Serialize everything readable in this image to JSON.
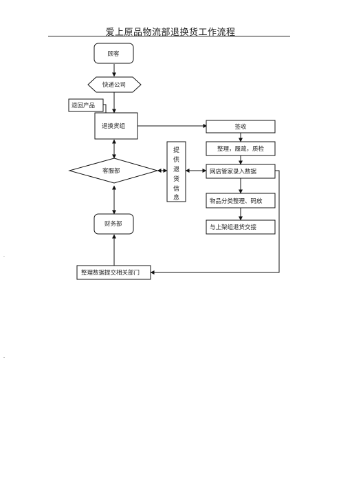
{
  "title": "爱上原品物流部退换货工作流程",
  "nodes": {
    "customer": "顾客",
    "courier": "快递公司",
    "returned_product": "退回产品",
    "return_team": "退换货组",
    "customer_service": "客服部",
    "finance": "财务部",
    "sign_receipt": "签收",
    "sort_inspect": "整理，履疏，质检",
    "erp_entry": "网店管家录入数据",
    "classify_stack": "物品分类整理、码放",
    "handover": "与上架组退货交接",
    "submit_data": "整理数据提交相关部门",
    "provide_info_chars": [
      "提",
      "供",
      "退",
      "货",
      "信",
      "息"
    ]
  },
  "margin_marks": [
    ".",
    "-"
  ]
}
